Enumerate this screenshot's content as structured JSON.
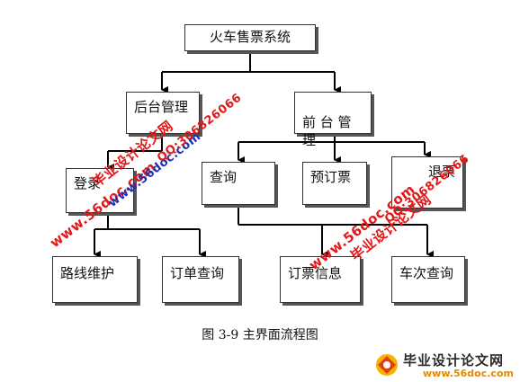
{
  "diagram": {
    "root": "火车售票系统",
    "backend": "后台管理",
    "frontend": "前 台 管\n理",
    "login": "登录",
    "query": "查询",
    "book": "预订票",
    "refund": "退票",
    "route": "路线维护",
    "order_query": "订单查询",
    "ticket_info": "订票信息",
    "train_query": "车次查询"
  },
  "caption": "图 3-9 主界面流程图",
  "watermarks": {
    "brand": "毕业设计论文网",
    "site": "www.56doc.com",
    "qq": "QQ:306826066",
    "colors": {
      "red": "#e01818",
      "blue": "#1a2fb5"
    }
  },
  "logo": {
    "brand": "毕业设计论文网",
    "url": "www.56doc.com"
  }
}
